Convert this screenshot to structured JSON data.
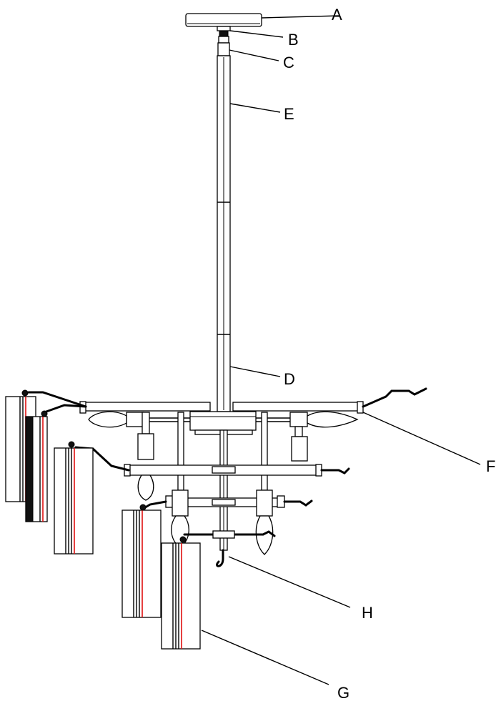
{
  "labels": {
    "a": "A",
    "b": "B",
    "c": "C",
    "d": "D",
    "e": "E",
    "f": "F",
    "g": "G",
    "h": "H"
  },
  "colors": {
    "line": "#000000",
    "accent": "#e01010",
    "background": "#ffffff"
  }
}
